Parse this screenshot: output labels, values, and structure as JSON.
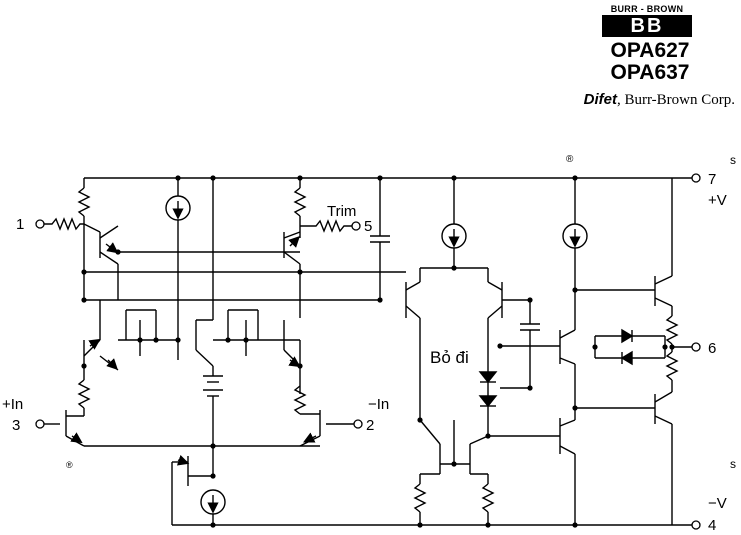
{
  "header": {
    "logo_brand": "BURR - BROWN",
    "logo_mark": "BB",
    "part_numbers": [
      "OPA627",
      "OPA637"
    ],
    "subtitle_brand": "Difet",
    "subtitle_rest": ", Burr-Brown Corp."
  },
  "labels": {
    "pin1": "1",
    "pin3": "3",
    "pin2": "2",
    "pin5": "5",
    "pin7": "7",
    "pin6": "6",
    "pin4": "4",
    "plus_in": "+In",
    "minus_in": "−In",
    "trim": "Trim",
    "plus_v": "+V",
    "minus_v": "−V",
    "s_top": "s",
    "s_bottom": "s",
    "registered_top": "®",
    "registered_left": "®",
    "overlay": "Bỏ đi"
  }
}
